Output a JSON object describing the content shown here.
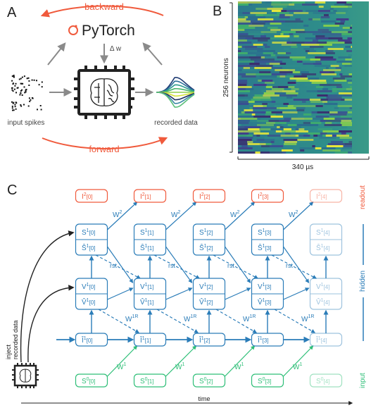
{
  "panels": {
    "a": "A",
    "b": "B",
    "c": "C"
  },
  "panel_a": {
    "backward": "backward",
    "forward": "forward",
    "framework": "PyTorch",
    "delta_w": "Δ w",
    "input_spikes": "input spikes",
    "recorded_data": "recorded data"
  },
  "panel_b": {
    "ylabel": "256 neurons",
    "xlabel": "340 µs"
  },
  "panel_c": {
    "readout": "readout",
    "hidden": "hidden",
    "input": "input",
    "time": "time",
    "inject": "inject",
    "recorded": "recorded data",
    "rst": "rst",
    "t": [
      "0",
      "1",
      "2",
      "3",
      "4"
    ]
  },
  "colors": {
    "orange": "#f05a3c",
    "blue": "#2a7cb8",
    "green": "#2fbf78",
    "gray": "#8a8a8a",
    "dark": "#222222"
  }
}
